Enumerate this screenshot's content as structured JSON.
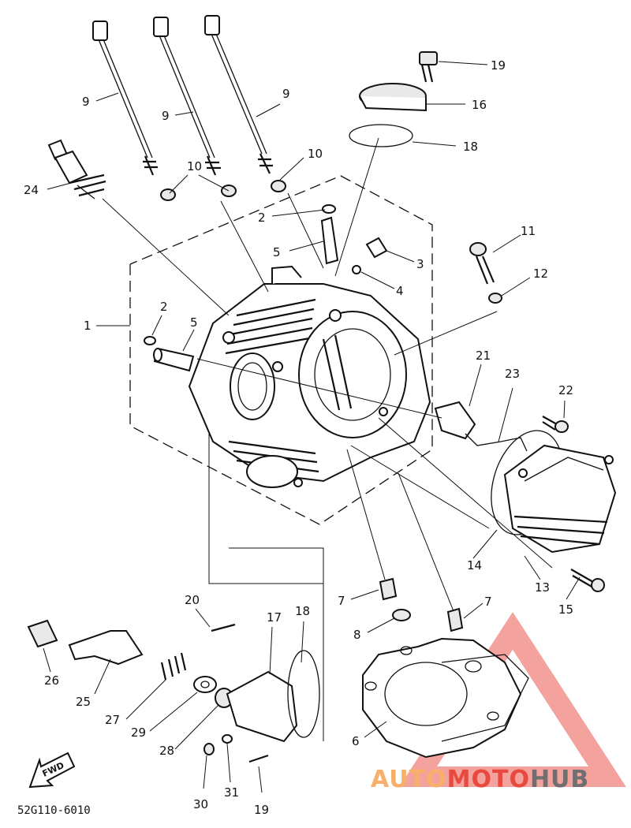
{
  "callouts": [
    {
      "id": "c9a",
      "num": "9"
    },
    {
      "id": "c9b",
      "num": "9"
    },
    {
      "id": "c9c",
      "num": "9"
    },
    {
      "id": "c10a",
      "num": "10"
    },
    {
      "id": "c10b",
      "num": "10"
    },
    {
      "id": "c24",
      "num": "24"
    },
    {
      "id": "c2a",
      "num": "2"
    },
    {
      "id": "c2b",
      "num": "2"
    },
    {
      "id": "c5a",
      "num": "5"
    },
    {
      "id": "c5b",
      "num": "5"
    },
    {
      "id": "c3",
      "num": "3"
    },
    {
      "id": "c4",
      "num": "4"
    },
    {
      "id": "c1",
      "num": "1"
    },
    {
      "id": "c19a",
      "num": "19"
    },
    {
      "id": "c16",
      "num": "16"
    },
    {
      "id": "c18a",
      "num": "18"
    },
    {
      "id": "c11",
      "num": "11"
    },
    {
      "id": "c12",
      "num": "12"
    },
    {
      "id": "c21",
      "num": "21"
    },
    {
      "id": "c23",
      "num": "23"
    },
    {
      "id": "c22",
      "num": "22"
    },
    {
      "id": "c14",
      "num": "14"
    },
    {
      "id": "c13",
      "num": "13"
    },
    {
      "id": "c15",
      "num": "15"
    },
    {
      "id": "c7a",
      "num": "7"
    },
    {
      "id": "c7b",
      "num": "7"
    },
    {
      "id": "c8",
      "num": "8"
    },
    {
      "id": "c6",
      "num": "6"
    },
    {
      "id": "c20",
      "num": "20"
    },
    {
      "id": "c17",
      "num": "17"
    },
    {
      "id": "c18b",
      "num": "18"
    },
    {
      "id": "c26",
      "num": "26"
    },
    {
      "id": "c25",
      "num": "25"
    },
    {
      "id": "c27",
      "num": "27"
    },
    {
      "id": "c29",
      "num": "29"
    },
    {
      "id": "c28",
      "num": "28"
    },
    {
      "id": "c30",
      "num": "30"
    },
    {
      "id": "c31",
      "num": "31"
    },
    {
      "id": "c19b",
      "num": "19"
    }
  ],
  "fwd_label": "FWD",
  "diagram_code": "52G110-6010",
  "watermark": {
    "part1": "AUTO",
    "part2": "MOTO",
    "part3": "HUB"
  },
  "colors": {
    "watermark_orange": "#f6b06a",
    "watermark_red": "#e84a3f",
    "watermark_gray": "#6f6f6f",
    "line": "#111111"
  }
}
